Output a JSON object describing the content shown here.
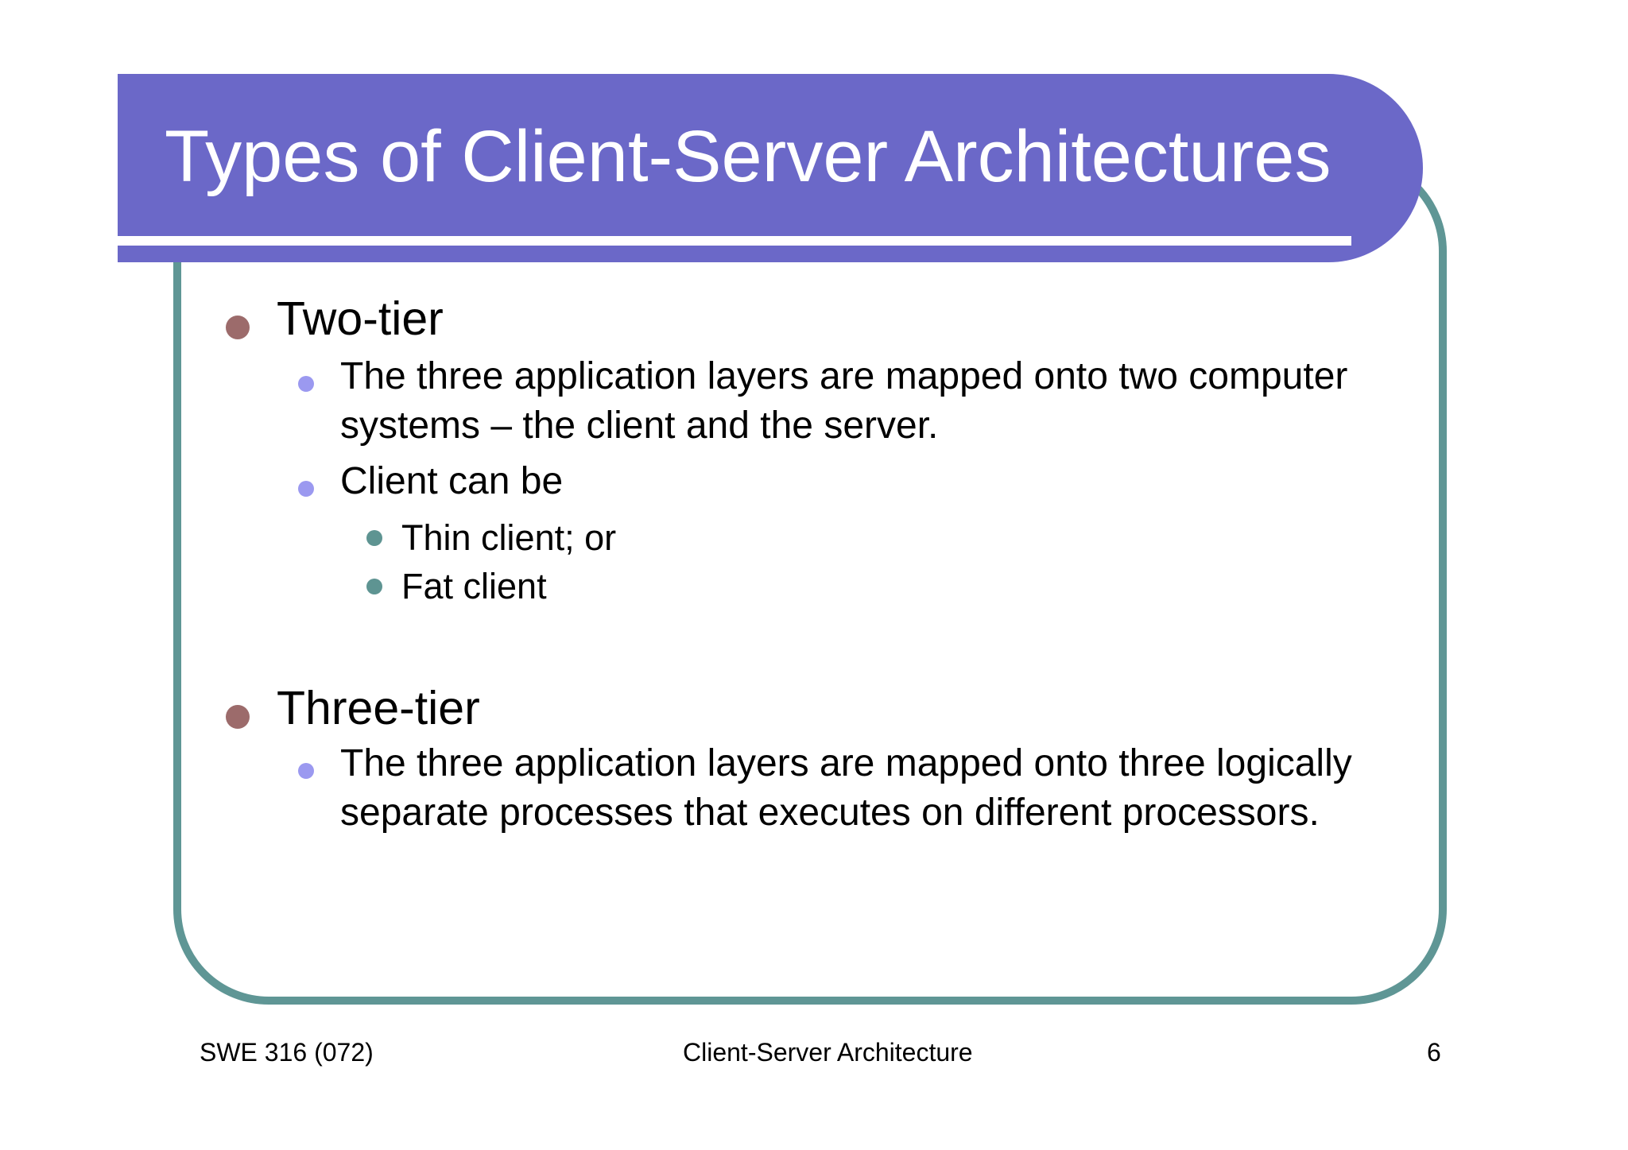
{
  "slide": {
    "title": "Types of Client-Server Architectures",
    "sections": [
      {
        "heading": "Two-tier",
        "items": [
          {
            "text": "The three application layers are mapped onto two computer systems – the client and the server."
          },
          {
            "text": "Client can be",
            "sub": [
              {
                "text": "Thin client; or"
              },
              {
                "text": "Fat client"
              }
            ]
          }
        ]
      },
      {
        "heading": "Three-tier",
        "items": [
          {
            "text": "The three application layers are mapped onto three logically separate processes that executes on different processors."
          }
        ]
      }
    ],
    "footer": {
      "course": "SWE 316 (072)",
      "center": "Client-Server Architecture",
      "page": "6"
    }
  },
  "colors": {
    "banner": "#6b68c8",
    "frame": "#5f9695",
    "bullet_l1": "#9c6b6b",
    "bullet_l2": "#9b99f0",
    "bullet_l3": "#5e9492",
    "title_text": "#ffffff",
    "body_text": "#000000"
  }
}
